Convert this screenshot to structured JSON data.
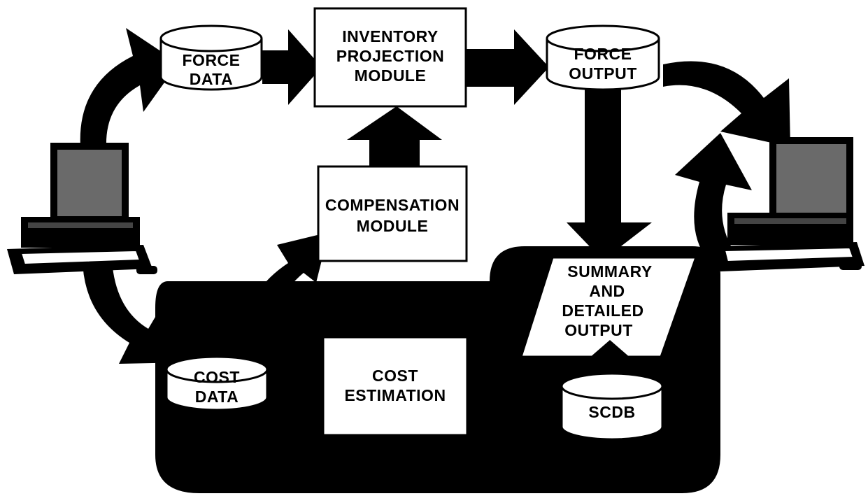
{
  "nodes": {
    "force_data": {
      "lines": [
        "FORCE",
        "DATA"
      ]
    },
    "inventory_projection": {
      "lines": [
        "INVENTORY",
        "PROJECTION",
        "MODULE"
      ]
    },
    "force_output": {
      "lines": [
        "FORCE",
        "OUTPUT"
      ]
    },
    "compensation": {
      "lines": [
        "COMPENSATION",
        "MODULE"
      ]
    },
    "summary_output": {
      "lines": [
        "SUMMARY",
        "AND",
        "DETAILED",
        "OUTPUT"
      ]
    },
    "cost_data": {
      "lines": [
        "COST",
        "DATA"
      ]
    },
    "cost_estimation": {
      "lines": [
        "COST",
        "ESTIMATION"
      ]
    },
    "scdb": {
      "lines": [
        "SCDB"
      ]
    }
  },
  "icons": {
    "left_computer": "computer-terminal-icon",
    "right_computer": "computer-terminal-icon",
    "database": "database-cylinder-icon"
  },
  "colors": {
    "ink": "#000000",
    "paper": "#ffffff",
    "screen": "#6a6a6a"
  }
}
